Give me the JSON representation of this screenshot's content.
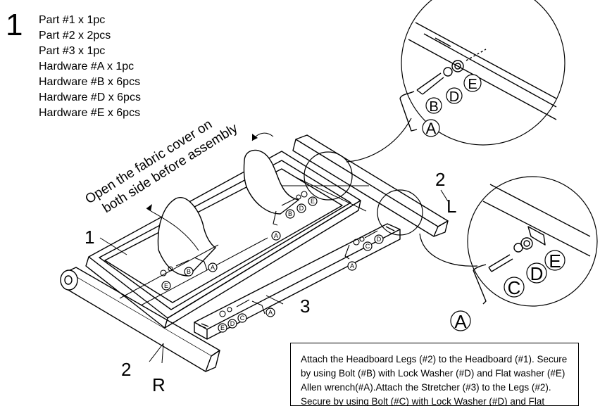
{
  "step": {
    "number": "1"
  },
  "parts_list": [
    "Part #1 x 1pc",
    "Part #2 x 2pcs",
    "Part #3 x 1pc",
    "Hardware #A x 1pc",
    "Hardware #B x 6pcs",
    "Hardware #D x 6pcs",
    "Hardware #E x 6pcs"
  ],
  "note": {
    "line1": "Open the fabric cover on",
    "line2": "both side before assembly"
  },
  "labels": {
    "part1": "1",
    "part2_left": "2",
    "left_side": "L",
    "part2_right": "2",
    "right_side": "R",
    "part3": "3"
  },
  "hardware": {
    "A": "A",
    "B": "B",
    "C": "C",
    "D": "D",
    "E": "E"
  },
  "instructions": "Attach the Headboard Legs (#2) to the Headboard (#1). Secure by using Bolt (#B) with Lock Washer (#D) and Flat washer (#E) Allen wrench(#A).Attach the Stretcher  (#3) to the Legs (#2). Secure by using Bolt (#C) with Lock Washer (#D) and Flat washer (#E)."
}
